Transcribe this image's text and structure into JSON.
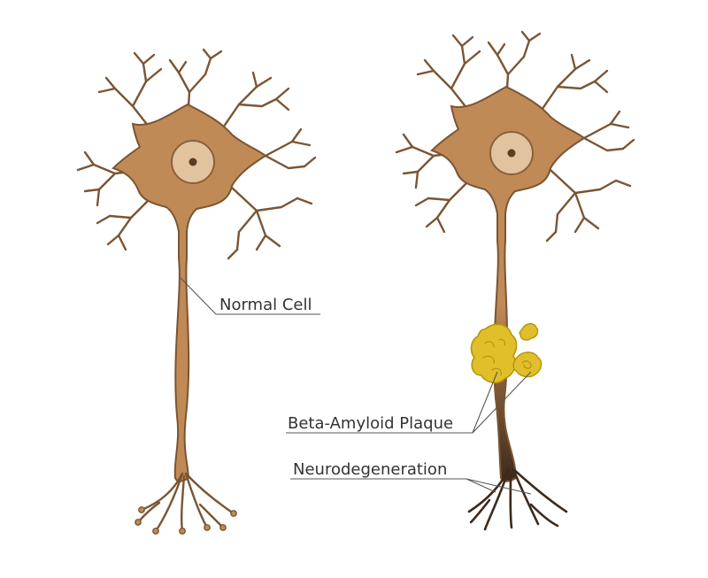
{
  "labels": {
    "normal_cell": "Normal Cell",
    "plaque": "Beta-Amyloid Plaque",
    "neurodegeneration": "Neurodegeneration"
  },
  "colors": {
    "neuron_body": "#c08a57",
    "neuron_outline": "#7a5533",
    "nucleus_fill": "#e2c3a0",
    "nucleolus": "#5e3a20",
    "plaque_fill": "#e0bf2a",
    "plaque_outline": "#b8940f",
    "degenerated_axon": "#3d2a1c",
    "leader_line": "#555555"
  }
}
